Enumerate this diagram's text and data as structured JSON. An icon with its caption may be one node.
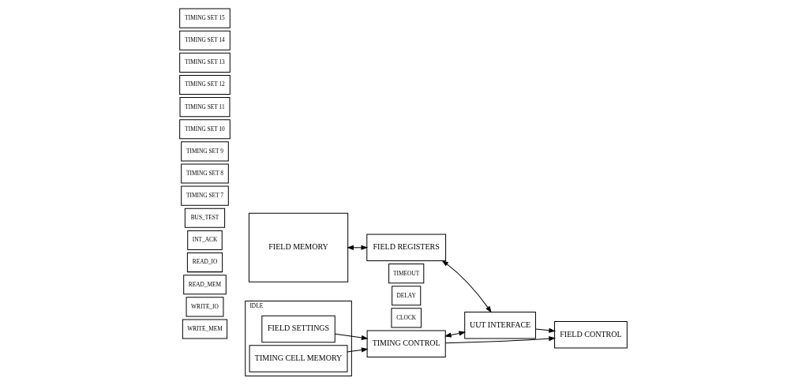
{
  "diagram": {
    "nodes": [
      {
        "text": [
          "TIMING SET 15"
        ]
      },
      {
        "text": [
          "TIMING SET 14"
        ]
      },
      {
        "text": [
          "TIMING SET 13"
        ]
      },
      {
        "text": [
          "TIMING SET 12"
        ]
      },
      {
        "text": [
          "TIMING SET 11"
        ]
      },
      {
        "text": [
          "TIMING SET 10"
        ]
      },
      {
        "text": [
          "TIMING SET 9"
        ]
      },
      {
        "text": [
          "TIMING SET 8"
        ]
      },
      {
        "text": [
          "TIMING SET 7"
        ]
      },
      {
        "text": [
          "BUS_TEST"
        ]
      },
      {
        "text": [
          "INT_ACK"
        ]
      },
      {
        "text": [
          "READ_IO"
        ]
      },
      {
        "text": [
          "READ_MEM"
        ]
      },
      {
        "text": [
          "WRITE_IO"
        ]
      },
      {
        "text": [
          "WRITE_MEM"
        ]
      },
      {
        "text": [
          "IDLE"
        ]
      },
      {
        "text": [
          "FIELD SETTINGS"
        ],
        "in": 15
      },
      {
        "text": [
          "TIMING CELL MEMORY"
        ],
        "in": 15
      },
      {
        "text": [
          "TIMEOUT"
        ]
      },
      {
        "text": [
          "DELAY"
        ]
      },
      {
        "text": [
          "CLOCK"
        ]
      },
      {
        "text": [
          "TIMING CONTROL"
        ]
      },
      {
        "text": [
          "FIELD CONTROL"
        ]
      },
      {
        "text": [
          "FIELD REGISTERS"
        ]
      },
      {
        "text": [
          "UUT INTERFACE"
        ]
      },
      {
        "text": [
          "FIELD MEMORY"
        ]
      }
    ],
    "edges": [
      {
        "from": 16,
        "to": 21,
        "arrow": "to"
      },
      {
        "from": 17,
        "to": 21,
        "arrow": "to"
      },
      {
        "from": 21,
        "to": 22,
        "arrow": "to"
      },
      {
        "from": 24,
        "to": 22,
        "arrow": "to"
      },
      {
        "from": 21,
        "to": 24,
        "arrow": "both"
      },
      {
        "from": 25,
        "to": 23,
        "arrow": "both"
      },
      {
        "from": 23,
        "to": 24,
        "arrow": "both"
      }
    ]
  }
}
